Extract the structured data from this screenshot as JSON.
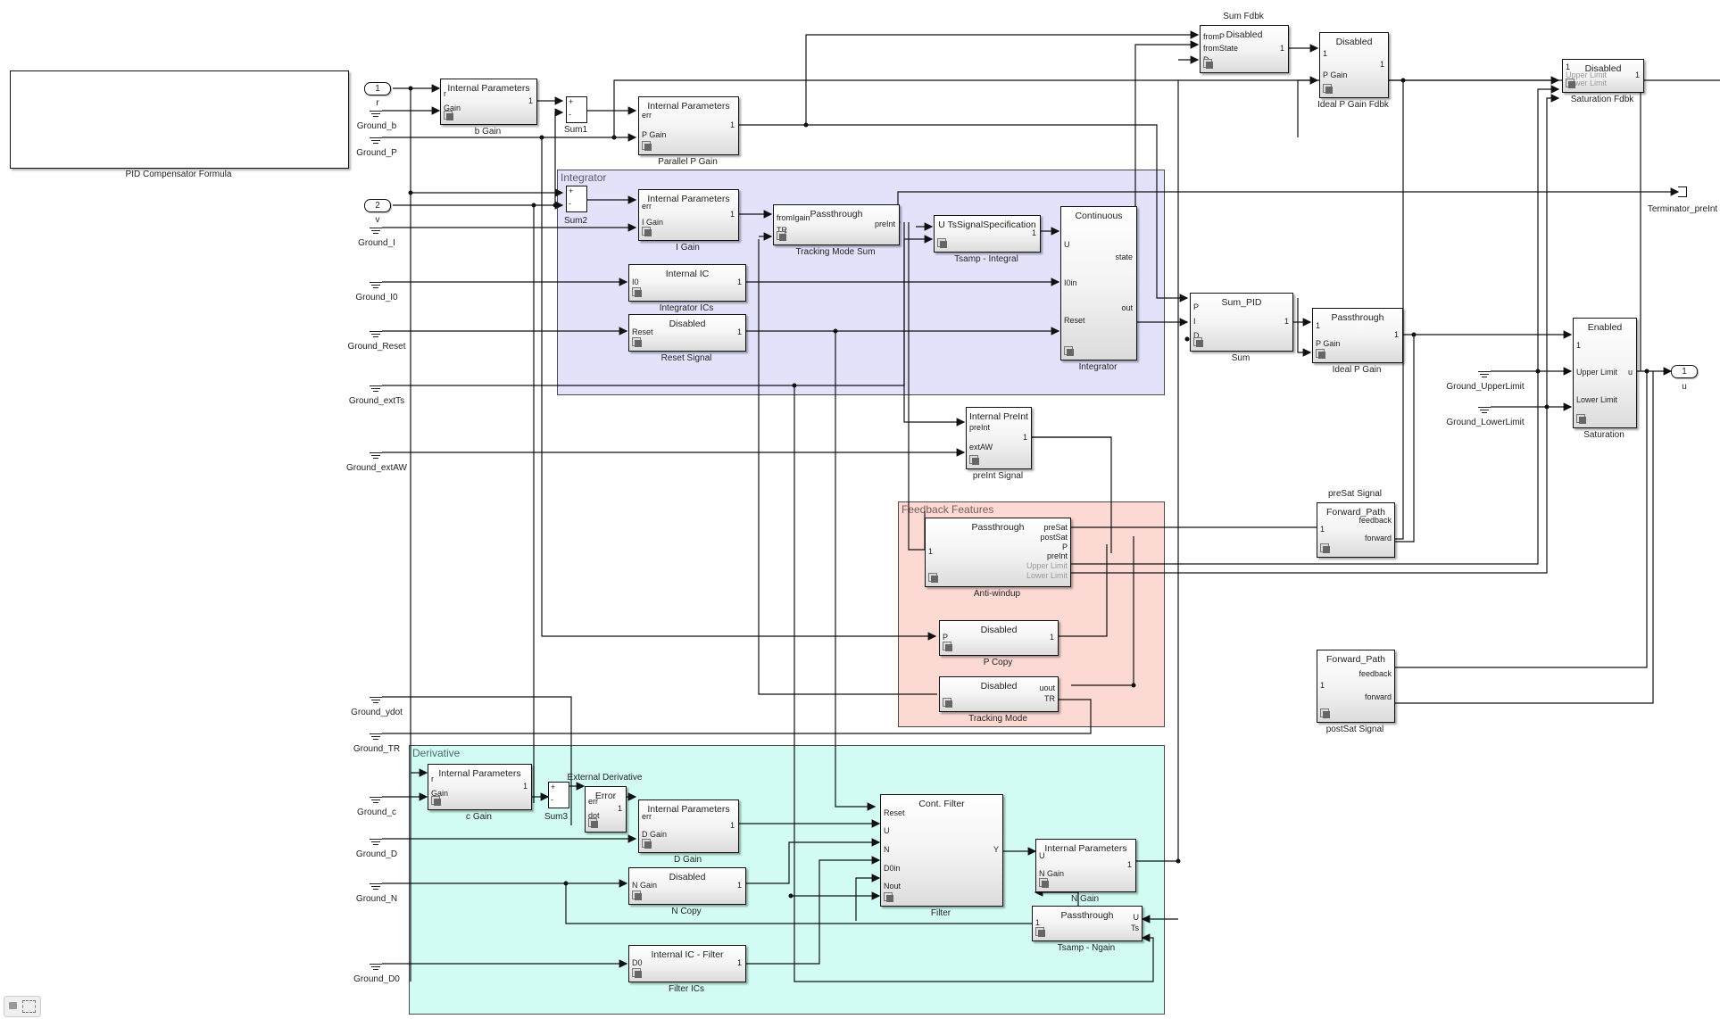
{
  "canvas": {
    "formula_block_label": "PID Compensator Formula",
    "areas": {
      "integrator": {
        "title": "Integrator",
        "color": "#e2e2fb"
      },
      "feedback": {
        "title": "Feedback Features",
        "color": "#fdd9d4"
      },
      "derivative": {
        "title": "Derivative",
        "color": "#d2fcf3"
      }
    },
    "inports": [
      {
        "num": "1",
        "name": "r"
      },
      {
        "num": "2",
        "name": "v"
      }
    ],
    "outport": {
      "num": "1",
      "name": "u"
    },
    "grounds": [
      "Ground_b",
      "Ground_P",
      "Ground_I",
      "Ground_I0",
      "Ground_Reset",
      "Ground_extTs",
      "Ground_extAW",
      "Ground_ydot",
      "Ground_TR",
      "Ground_c",
      "Ground_D",
      "Ground_N",
      "Ground_D0",
      "Ground_UpperLimit",
      "Ground_LowerLimit"
    ],
    "terminator": "Terminator_preInt",
    "sums": [
      "Sum1",
      "Sum2",
      "Sum3"
    ],
    "sum_signs": {
      "plus": "+",
      "minus": "-"
    },
    "blocks": {
      "b_gain": {
        "title": "Internal Parameters",
        "name": "b Gain",
        "ports": [
          "r",
          "Gain"
        ],
        "out": "1"
      },
      "parallel_p_gain": {
        "title": "Internal Parameters",
        "name": "Parallel P Gain",
        "ports": [
          "err",
          "P Gain"
        ],
        "out": "1"
      },
      "i_gain": {
        "title": "Internal Parameters",
        "name": "I Gain",
        "ports": [
          "err",
          "I Gain"
        ],
        "out": "1"
      },
      "tracking_mode_sum": {
        "title": "Passthrough",
        "name": "Tracking Mode Sum",
        "ports": [
          "fromIgain",
          "TR"
        ],
        "out": "preInt"
      },
      "tsamp_integral": {
        "title": "U TsSignalSpecification",
        "name": "Tsamp - Integral",
        "out": "1"
      },
      "integrator_ics": {
        "title": "Internal IC",
        "name": "Integrator ICs",
        "ports": [
          "I0"
        ],
        "out": "1"
      },
      "reset_signal": {
        "title": "Disabled",
        "name": "Reset Signal",
        "ports": [
          "Reset"
        ],
        "out": "1"
      },
      "integrator": {
        "title": "Continuous",
        "name": "Integrator",
        "ports": [
          "U",
          "I0in",
          "Reset"
        ],
        "outs": [
          "state",
          "out"
        ]
      },
      "sum_fdbk": {
        "title": "Disabled",
        "name": "Sum Fdbk",
        "ports": [
          "fromP",
          "fromState",
          "D"
        ],
        "out": "1"
      },
      "ideal_p_gain_fdbk": {
        "title": "Disabled",
        "name": "Ideal P Gain Fdbk",
        "ports": [
          "1",
          "P Gain"
        ],
        "out": "1"
      },
      "saturation_fdbk": {
        "title": "Disabled",
        "name": "Saturation Fdbk",
        "ports": [
          "1",
          "Upper Limit",
          "Lower Limit"
        ],
        "out": "1"
      },
      "sum": {
        "title": "Sum_PID",
        "name": "Sum",
        "ports": [
          "P",
          "I",
          "D"
        ],
        "out": "1"
      },
      "ideal_p_gain": {
        "title": "Passthrough",
        "name": "Ideal P Gain",
        "ports": [
          "1",
          "P Gain"
        ],
        "out": "1"
      },
      "saturation": {
        "title": "Enabled",
        "name": "Saturation",
        "ports": [
          "1",
          "Upper Limit",
          "Lower Limit"
        ],
        "out": "u"
      },
      "preint_signal": {
        "title": "Internal PreInt",
        "name": "preInt Signal",
        "ports": [
          "preInt",
          "extAW"
        ],
        "out": "1"
      },
      "anti_windup": {
        "title": "Passthrough",
        "name": "Anti-windup",
        "in": "1",
        "ports": [
          "preSat",
          "postSat",
          "P",
          "preInt",
          "Upper Limit",
          "Lower Limit"
        ]
      },
      "p_copy": {
        "title": "Disabled",
        "name": "P Copy",
        "ports": [
          "P"
        ],
        "out": "1"
      },
      "tracking_mode": {
        "title": "Disabled",
        "name": "Tracking Mode",
        "ports": [
          "uout",
          "TR"
        ]
      },
      "presat_signal": {
        "title": "Forward_Path",
        "name": "preSat Signal",
        "in": "1",
        "ports": [
          "feedback",
          "forward"
        ]
      },
      "postsat_signal": {
        "title": "Forward_Path",
        "name": "postSat Signal",
        "in": "1",
        "ports": [
          "feedback",
          "forward"
        ]
      },
      "c_gain": {
        "title": "Internal Parameters",
        "name": "c Gain",
        "ports": [
          "r",
          "Gain"
        ],
        "out": "1"
      },
      "external_derivative": {
        "title": "Error",
        "name": "External Derivative",
        "ports": [
          "err",
          "dot"
        ],
        "out": "1"
      },
      "d_gain": {
        "title": "Internal Parameters",
        "name": "D Gain",
        "ports": [
          "err",
          "D Gain"
        ],
        "out": "1"
      },
      "n_copy": {
        "title": "Disabled",
        "name": "N Copy",
        "ports": [
          "N Gain"
        ],
        "out": "1"
      },
      "filter_ics": {
        "title": "Internal IC - Filter",
        "name": "Filter ICs",
        "ports": [
          "D0"
        ],
        "out": "1"
      },
      "filter": {
        "title": "Cont. Filter",
        "name": "Filter",
        "ports": [
          "Reset",
          "U",
          "N",
          "D0in",
          "Nout"
        ],
        "out": "Y"
      },
      "n_gain": {
        "title": "Internal Parameters",
        "name": "N Gain",
        "ports": [
          "U",
          "N Gain"
        ],
        "out": "1"
      },
      "tsamp_ngain": {
        "title": "Passthrough",
        "name": "Tsamp - Ngain",
        "in": "1",
        "ports": [
          "U",
          "Ts"
        ]
      }
    }
  },
  "status_bar": {
    "icons": [
      "lock-icon",
      "fit-selection-icon"
    ]
  }
}
